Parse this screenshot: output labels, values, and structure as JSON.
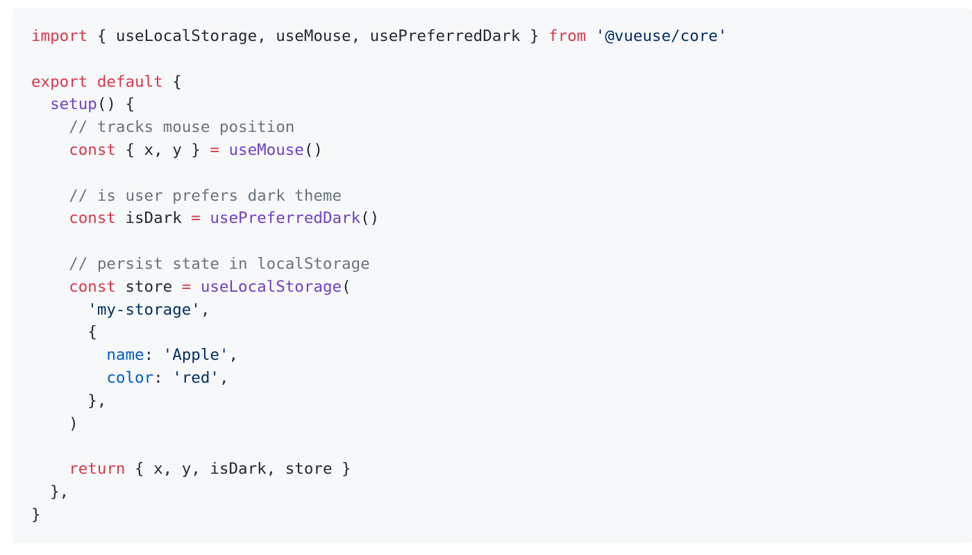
{
  "colors": {
    "background": "#f6f8fa",
    "keyword": "#d73a49",
    "function": "#6f42c1",
    "string": "#032f62",
    "comment": "#6a737d",
    "property": "#005cc5",
    "plain": "#24292e"
  },
  "code": {
    "lines": [
      [
        {
          "t": "kw",
          "v": "import"
        },
        {
          "t": "pl",
          "v": " { useLocalStorage, useMouse, usePreferredDark } "
        },
        {
          "t": "kw",
          "v": "from"
        },
        {
          "t": "pl",
          "v": " "
        },
        {
          "t": "str",
          "v": "'@vueuse/core'"
        }
      ],
      [],
      [
        {
          "t": "kw",
          "v": "export"
        },
        {
          "t": "pl",
          "v": " "
        },
        {
          "t": "kw",
          "v": "default"
        },
        {
          "t": "pl",
          "v": " {"
        }
      ],
      [
        {
          "t": "pl",
          "v": "  "
        },
        {
          "t": "fn",
          "v": "setup"
        },
        {
          "t": "pl",
          "v": "() {"
        }
      ],
      [
        {
          "t": "pl",
          "v": "    "
        },
        {
          "t": "cm",
          "v": "// tracks mouse position"
        }
      ],
      [
        {
          "t": "pl",
          "v": "    "
        },
        {
          "t": "kw",
          "v": "const"
        },
        {
          "t": "pl",
          "v": " { x, y } "
        },
        {
          "t": "op",
          "v": "="
        },
        {
          "t": "pl",
          "v": " "
        },
        {
          "t": "fn",
          "v": "useMouse"
        },
        {
          "t": "pl",
          "v": "()"
        }
      ],
      [],
      [
        {
          "t": "pl",
          "v": "    "
        },
        {
          "t": "cm",
          "v": "// is user prefers dark theme"
        }
      ],
      [
        {
          "t": "pl",
          "v": "    "
        },
        {
          "t": "kw",
          "v": "const"
        },
        {
          "t": "pl",
          "v": " isDark "
        },
        {
          "t": "op",
          "v": "="
        },
        {
          "t": "pl",
          "v": " "
        },
        {
          "t": "fn",
          "v": "usePreferredDark"
        },
        {
          "t": "pl",
          "v": "()"
        }
      ],
      [],
      [
        {
          "t": "pl",
          "v": "    "
        },
        {
          "t": "cm",
          "v": "// persist state in localStorage"
        }
      ],
      [
        {
          "t": "pl",
          "v": "    "
        },
        {
          "t": "kw",
          "v": "const"
        },
        {
          "t": "pl",
          "v": " store "
        },
        {
          "t": "op",
          "v": "="
        },
        {
          "t": "pl",
          "v": " "
        },
        {
          "t": "fn",
          "v": "useLocalStorage"
        },
        {
          "t": "pl",
          "v": "("
        }
      ],
      [
        {
          "t": "pl",
          "v": "      "
        },
        {
          "t": "str",
          "v": "'my-storage'"
        },
        {
          "t": "pl",
          "v": ","
        }
      ],
      [
        {
          "t": "pl",
          "v": "      {"
        }
      ],
      [
        {
          "t": "pl",
          "v": "        "
        },
        {
          "t": "prop",
          "v": "name"
        },
        {
          "t": "pl",
          "v": ": "
        },
        {
          "t": "str",
          "v": "'Apple'"
        },
        {
          "t": "pl",
          "v": ","
        }
      ],
      [
        {
          "t": "pl",
          "v": "        "
        },
        {
          "t": "prop",
          "v": "color"
        },
        {
          "t": "pl",
          "v": ": "
        },
        {
          "t": "str",
          "v": "'red'"
        },
        {
          "t": "pl",
          "v": ","
        }
      ],
      [
        {
          "t": "pl",
          "v": "      },"
        }
      ],
      [
        {
          "t": "pl",
          "v": "    )"
        }
      ],
      [],
      [
        {
          "t": "pl",
          "v": "    "
        },
        {
          "t": "kw",
          "v": "return"
        },
        {
          "t": "pl",
          "v": " { x, y, isDark, store }"
        }
      ],
      [
        {
          "t": "pl",
          "v": "  },"
        }
      ],
      [
        {
          "t": "pl",
          "v": "}"
        }
      ]
    ]
  }
}
